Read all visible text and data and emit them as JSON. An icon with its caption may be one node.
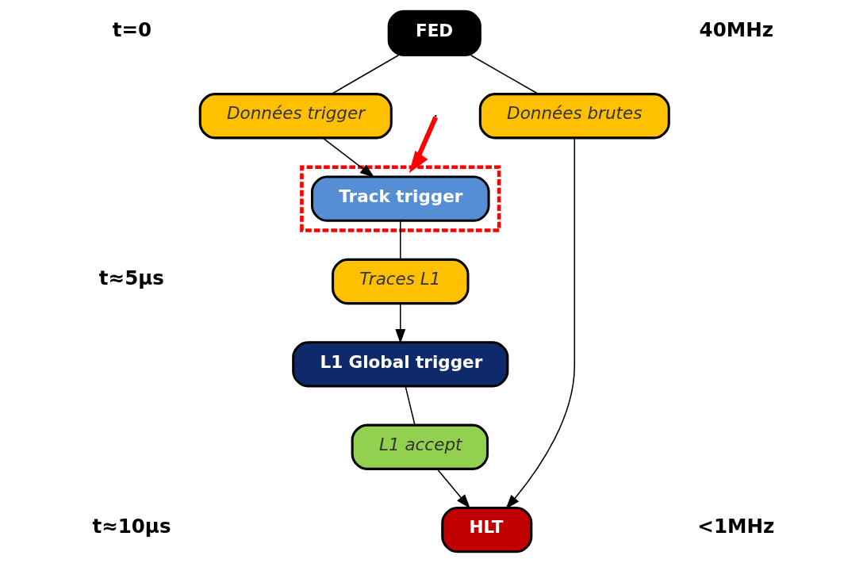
{
  "diagram": {
    "nodes": [
      {
        "text": [
          "FED"
        ]
      },
      {
        "text": [
          "Données trigger"
        ]
      },
      {
        "text": [],
        "shape": "box"
      },
      {
        "text": [
          "Track trigger"
        ],
        "in": 2
      },
      {
        "text": [
          "Traces L1"
        ]
      },
      {
        "text": [
          "L1 Global trigger"
        ]
      },
      {
        "text": [
          "L1 accept"
        ]
      },
      {
        "text": [
          "Données brutes"
        ]
      },
      {
        "text": [
          "HLT"
        ]
      }
    ],
    "edges": [
      {
        "from": null,
        "to": 2,
        "arrow": "to",
        "style": "thick",
        "color": "#ff0000"
      },
      {
        "from": 0,
        "to": 1,
        "arrow": "none"
      },
      {
        "from": 1,
        "to": 3,
        "arrow": "to"
      },
      {
        "from": 3,
        "to": 4,
        "arrow": "none"
      },
      {
        "from": 4,
        "to": 5,
        "arrow": "to"
      },
      {
        "from": 5,
        "to": 6,
        "arrow": "none"
      },
      {
        "from": 6,
        "to": 8,
        "arrow": "to"
      },
      {
        "from": 0,
        "to": 7,
        "arrow": "none"
      },
      {
        "from": 7,
        "to": 8,
        "arrow": "to"
      }
    ],
    "labels": [
      "t=0",
      "40MHz",
      "t≈5μs",
      "t≈10μs",
      "<1MHz"
    ]
  }
}
